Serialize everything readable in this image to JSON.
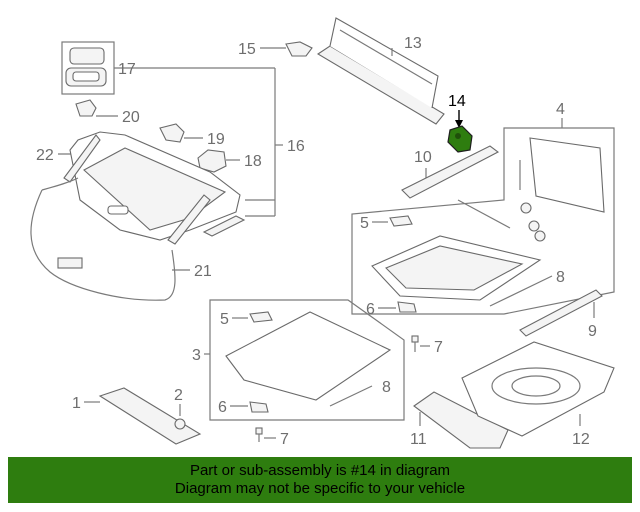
{
  "callouts": {
    "c1": "1",
    "c2": "2",
    "c3": "3",
    "c4": "4",
    "c5a": "5",
    "c5b": "5",
    "c6a": "6",
    "c6b": "6",
    "c7a": "7",
    "c7b": "7",
    "c8a": "8",
    "c8b": "8",
    "c9": "9",
    "c10": "10",
    "c11": "11",
    "c12": "12",
    "c13": "13",
    "c14": "14",
    "c15": "15",
    "c16": "16",
    "c17": "17",
    "c18": "18",
    "c19": "19",
    "c20": "20",
    "c21": "21",
    "c22": "22"
  },
  "highlight": {
    "part": "14",
    "color": "#2e7d0f"
  },
  "footer": {
    "line1": "Part or sub-assembly is #14 in diagram",
    "line2": "Diagram may not be specific to your vehicle",
    "background": "#2e7d0f"
  }
}
